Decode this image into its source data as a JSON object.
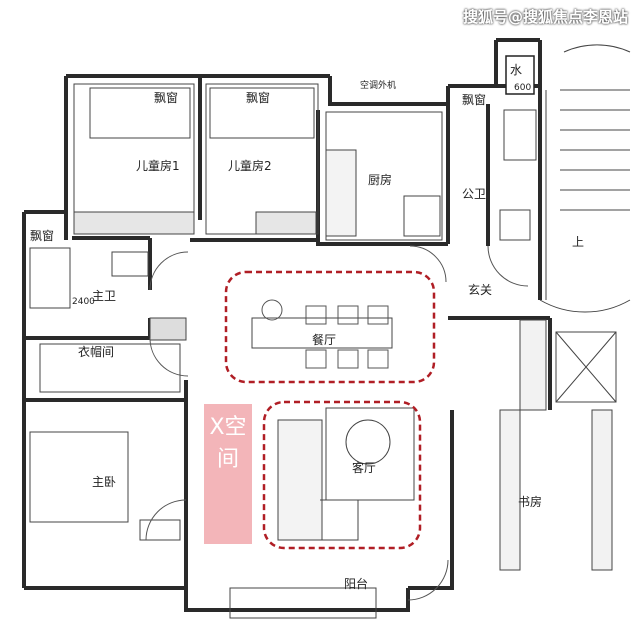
{
  "watermark": "搜狐号@搜狐焦点李恩站",
  "rooms": {
    "bay1": "飘窗",
    "bay2": "飘窗",
    "bay3": "飘窗",
    "bay4": "飘窗",
    "kids1": "儿童房1",
    "kids2": "儿童房2",
    "kitchen": "厨房",
    "pub_bath": "公卫",
    "entry": "玄关",
    "dining": "餐厅",
    "living": "客厅",
    "master": "主卧",
    "closet": "衣帽间",
    "master_bath": "主卫",
    "study": "书房",
    "balcony": "阳台",
    "ac": "空调外机",
    "water": "水",
    "x_space": "X空间",
    "dim_2400": "2400",
    "dim_600": "600",
    "stairs_up": "上"
  },
  "colors": {
    "wall": "#2a2a2a",
    "highlight": "#b01e25",
    "overlay": "#e97980"
  }
}
